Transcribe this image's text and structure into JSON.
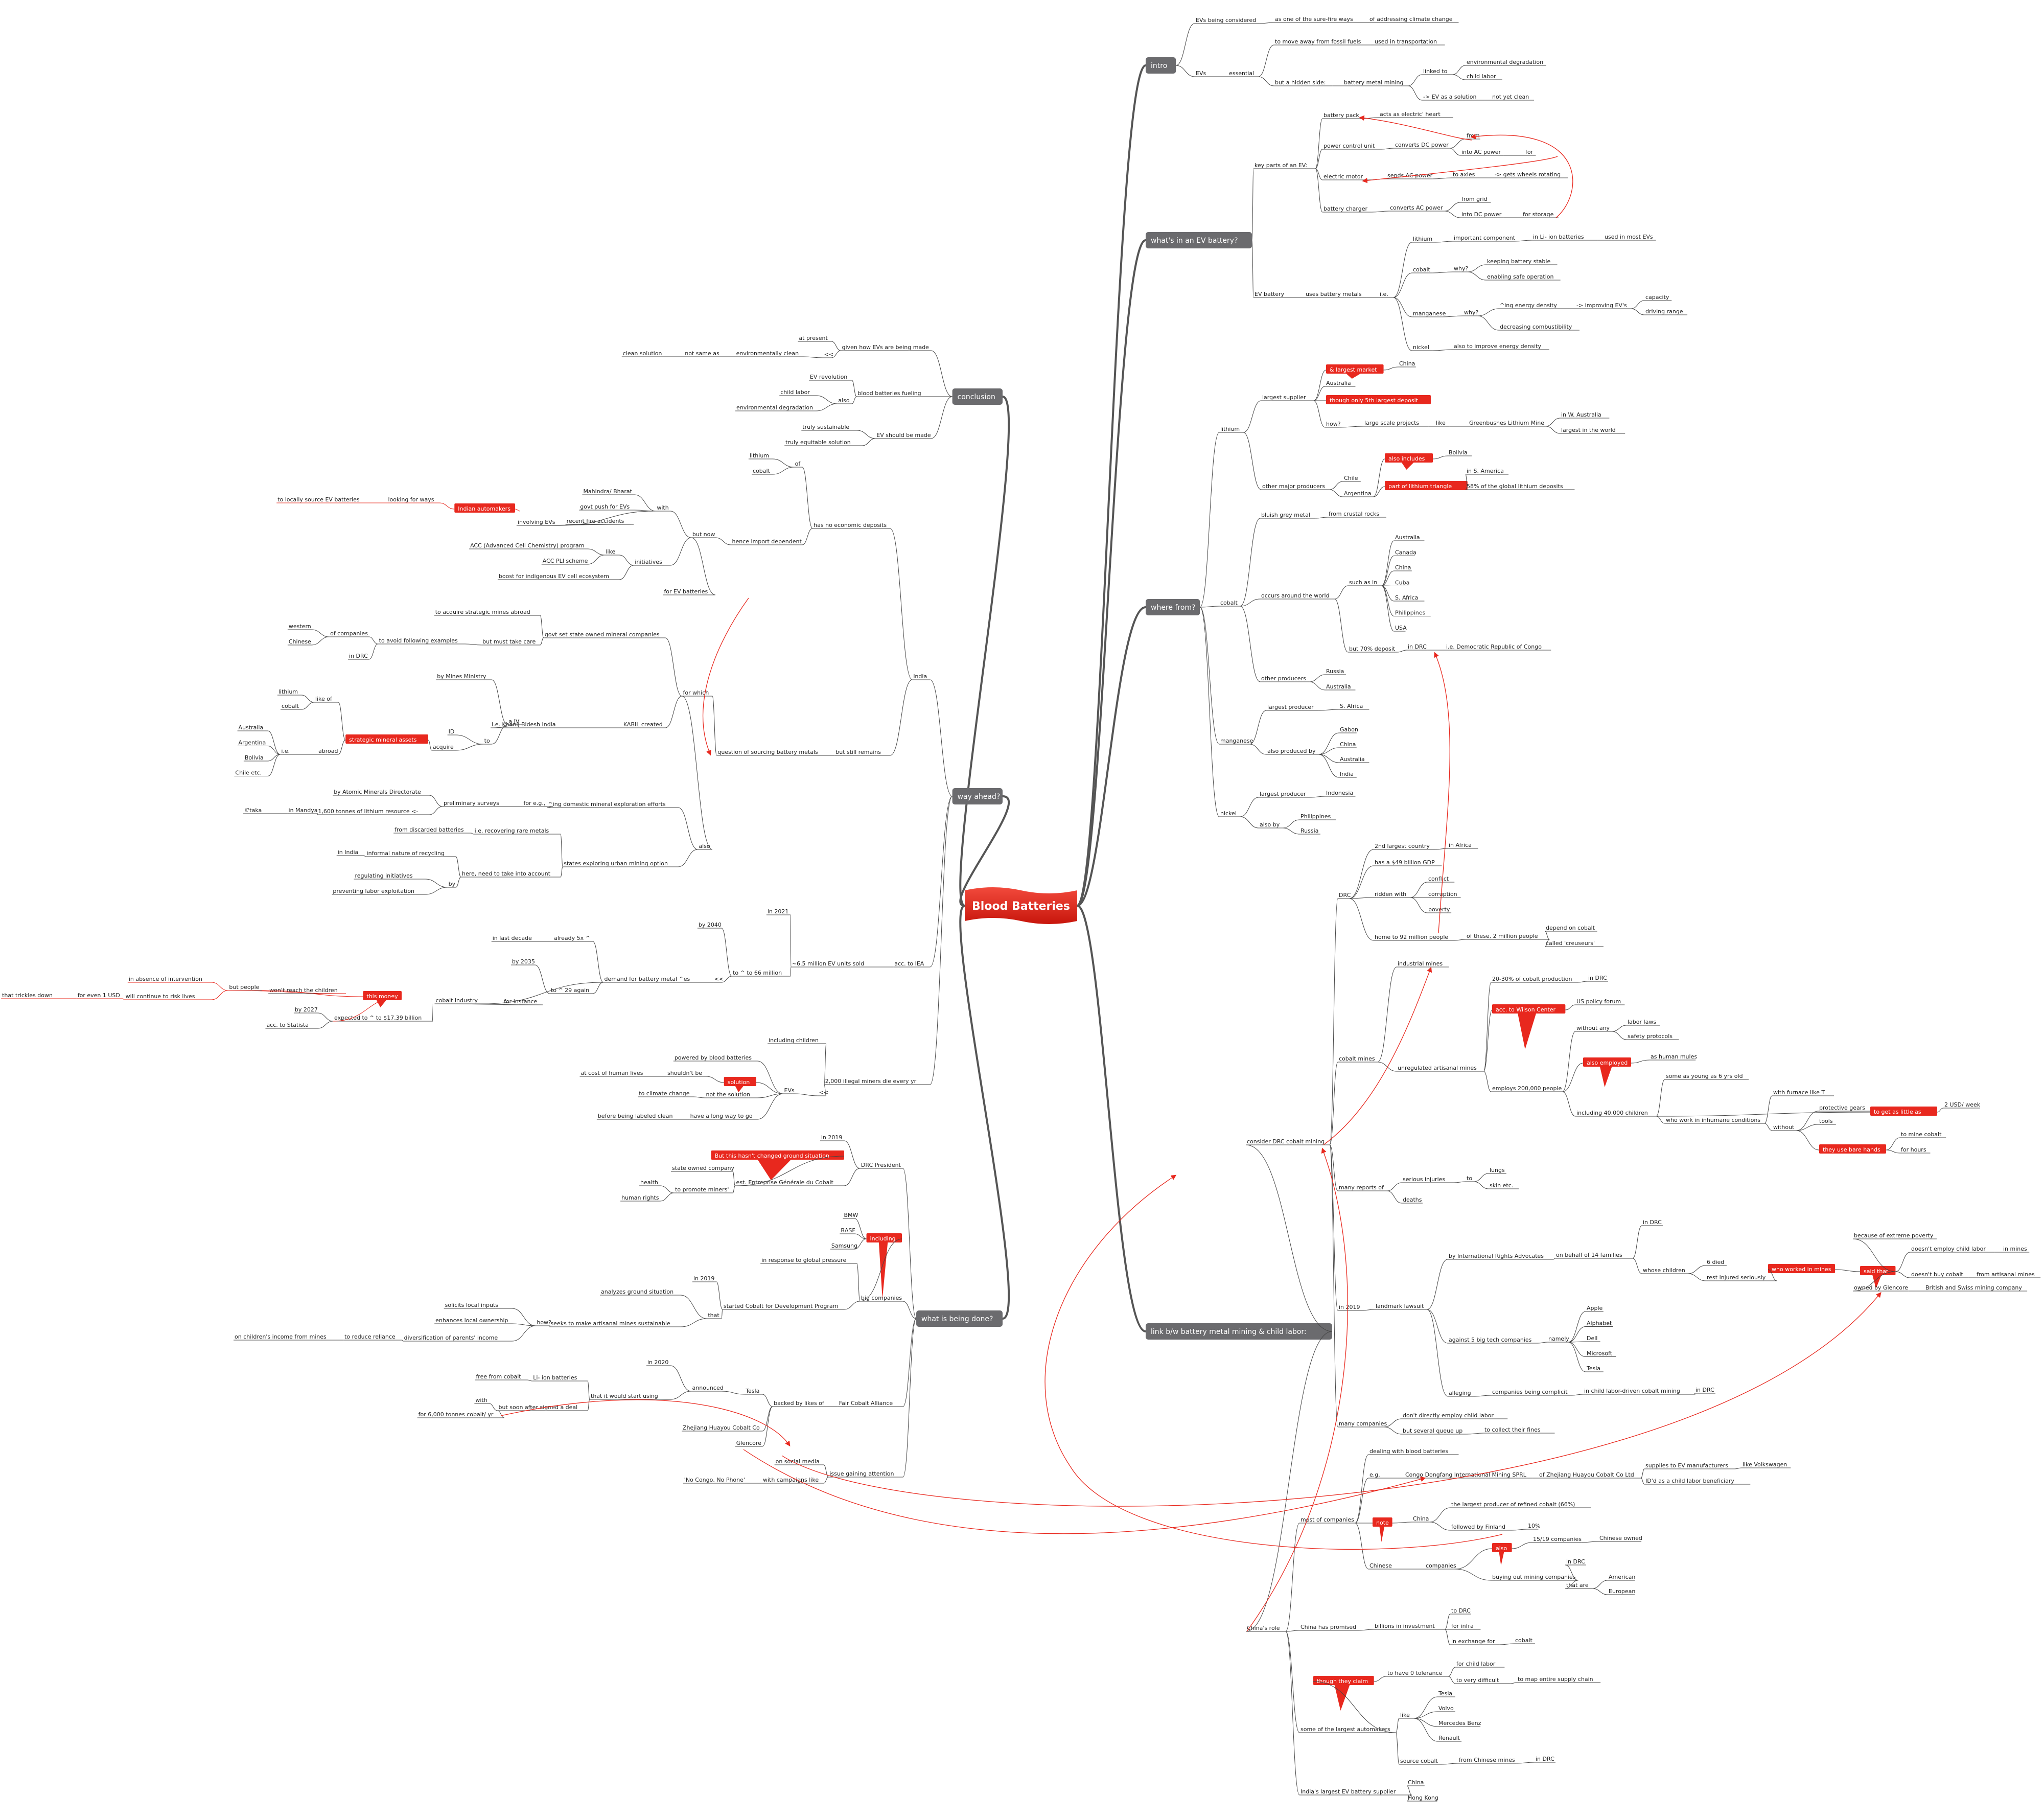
{
  "colors": {
    "branch": "#555555",
    "red": "#e8281e",
    "topic": "#6b6b6e",
    "line": "#444444"
  },
  "center": "Blood Batteries",
  "topics": {
    "intro": "intro",
    "whats_in": "what's in an EV battery?",
    "where_from": "where from?",
    "link": "link b/w battery metal mining & child labor:",
    "what_done": "what is being done?",
    "way_ahead": "way ahead?",
    "conclusion": "conclusion"
  },
  "intro": {
    "evs_considered": "EVs being considered",
    "sure_fire": "as one of the sure-fire ways",
    "climate_change": "of addressing climate change",
    "evs": "EVs",
    "essential": "essential",
    "move_away": "to move away from fossil fuels",
    "used_transport": "used in transportation",
    "hidden_side": "but a hidden side:",
    "bm_mining": "battery metal mining",
    "linked_to": "linked to",
    "env_degradation": "environmental degradation",
    "child_labor": "child labor",
    "ev_solution": "-> EV as a solution",
    "not_yet_clean": "not yet clean"
  },
  "whats_in": {
    "key_parts": "key parts of an EV:",
    "battery_pack": "battery pack",
    "acts_heart": "acts as electric' heart",
    "pcu": "power control unit",
    "converts_dc": "converts DC power",
    "from": "from",
    "into_ac": "into AC power",
    "for": "for",
    "electric_motor": "electric motor",
    "sends_ac": "sends AC power",
    "to_axles": "to axles",
    "gets_wheels": "-> gets wheels rotating",
    "battery_charger": "battery charger",
    "converts_ac": "converts AC power",
    "from_grid": "from grid",
    "into_dc": "into DC power",
    "for_storage": "for storage",
    "ev_battery": "EV battery",
    "uses_metals": "uses battery metals",
    "ie": "i.e.",
    "lithium": "lithium",
    "important_component": "important component",
    "in_li_ion": "in Li- ion batteries",
    "used_most": "used in most EVs",
    "cobalt": "cobalt",
    "why": "why?",
    "keeping_stable": "keeping battery stable",
    "enabling_safe": "enabling safe operation",
    "manganese": "manganese",
    "why2": "why?",
    "energy_density": "^ing energy density",
    "improving_evs": "-> improving EV's",
    "capacity": "capacity",
    "driving_range": "driving range",
    "decreasing_comb": "decreasing combustibility",
    "nickel": "nickel",
    "also_improve": "also to improve energy density"
  },
  "where_from": {
    "lithium": "lithium",
    "largest_supplier": "largest supplier",
    "largest_market": "& largest market",
    "china": "China",
    "australia": "Australia",
    "though_5th": "though only 5th largest deposit",
    "how": "how?",
    "large_scale": "large scale projects",
    "like": "like",
    "greenbushes": "Greenbushes Lithium Mine",
    "in_w_australia": "in W. Australia",
    "largest_world": "largest in the world",
    "other_major": "other major producers",
    "chile": "Chile",
    "argentina": "Argentina",
    "also_includes": "also includes",
    "bolivia": "Bolivia",
    "part_triangle": "part of lithium triangle",
    "in_s_america": "in S. America",
    "pct58": "58% of the global lithium deposits",
    "cobalt": "cobalt",
    "bluish_grey": "bluish grey metal",
    "from_crustal": "from crustal rocks",
    "occurs": "occurs around the world",
    "such_as_in": "such as in",
    "countries": [
      "Australia",
      "Canada",
      "China",
      "Cuba",
      "S. Africa",
      "Philippines",
      "USA"
    ],
    "but_70": "but 70% deposit",
    "in_drc": "in DRC",
    "ie_drc": "i.e. Democratic Republic of Congo",
    "other_producers": "other producers",
    "russia": "Russia",
    "australia2": "Australia",
    "manganese": "manganese",
    "largest_producer": "largest producer",
    "s_africa": "S. Africa",
    "also_produced": "also produced by",
    "mn_producers": [
      "Gabon",
      "China",
      "Australia",
      "India"
    ],
    "nickel": "nickel",
    "largest_producer2": "largest producer",
    "indonesia": "Indonesia",
    "also_by": "also by",
    "philippines": "Philippines",
    "russia2": "Russia"
  },
  "link": {
    "consider_drc": "consider DRC cobalt mining",
    "drc": "DRC",
    "second_largest": "2nd largest country",
    "in_africa": "in Africa",
    "gdp": "has a $49 billion GDP",
    "ridden_with": "ridden with",
    "conflict": "conflict",
    "corruption": "corruption",
    "poverty": "poverty",
    "home_92": "home to 92 million people",
    "of_these": "of these, 2 million people",
    "depend_cobalt": "depend on cobalt",
    "called_creuseurs": "called 'creuseurs'",
    "cobalt_mines": "cobalt mines",
    "industrial": "industrial mines",
    "unregulated": "unregulated artisanal mines",
    "pct20_30": "20-30% of cobalt production",
    "in_drc": "in DRC",
    "acc_wilson": "acc. to Wilson Center",
    "us_policy": "US policy forum",
    "without_any": "without any",
    "labor_laws": "labor laws",
    "safety_protocols": "safety protocols",
    "also_employed": "also employed",
    "human_mules": "as human mules",
    "employs_200k": "employs 200,000 people",
    "including_40k": "including 40,000 children",
    "some_young": "some as young as 6 yrs old",
    "who_work": "who work in inhumane conditions",
    "with_furnace": "with furnace like T",
    "without": "without",
    "protective_gears": "protective gears",
    "tools": "tools",
    "they_bare": "they use bare hands",
    "to_get": "to get as little as",
    "two_usd": "2 USD/ week",
    "to_mine": "to mine cobalt",
    "for_hours": "for hours",
    "many_reports": "many reports of",
    "serious_injuries": "serious injuries",
    "to": "to",
    "lungs": "lungs",
    "skin": "skin etc.",
    "deaths": "deaths",
    "in_2019": "in 2019",
    "landmark": "landmark lawsuit",
    "by_ira": "by International Rights Advocates",
    "on_behalf": "on behalf of 14 families",
    "in_drc2": "in DRC",
    "whose_children": "whose children",
    "six_died": "6 died",
    "rest_injured": "rest injured seriously",
    "who_worked": "who worked in mines",
    "said_that": "said that",
    "because_poverty": "because of extreme poverty",
    "doesnt_employ": "doesn't employ child labor",
    "in_mines": "in mines",
    "doesnt_buy": "doesn't buy cobalt",
    "from_artisanal": "from artisanal mines",
    "owned_glencore": "owned by Glencore",
    "british_swiss": "British and Swiss mining company",
    "against_5": "against 5 big tech companies",
    "namely": "namely",
    "tech": [
      "Apple",
      "Alphabet",
      "Dell",
      "Microsoft",
      "Tesla"
    ],
    "alleging": "alleging",
    "companies_complicit": "companies being complicit",
    "in_child_driven": "in child labor-driven cobalt mining",
    "in_drc3": "in DRC",
    "many_companies": "many companies",
    "dont_directly": "don't directly employ child labor",
    "but_queue": "but several queue up",
    "to_collect": "to collect their fines",
    "chinas_role": "China's role",
    "most_companies": "most of companies",
    "dealing_blood": "dealing with blood batteries",
    "eg": "e.g.",
    "cdm": "Congo Dongfang International Mining SPRL",
    "of_zhejiang": "of Zhejiang Huayou Cobalt Co Ltd",
    "supplies_ev": "supplies to EV manufacturers",
    "like_vw": "like Volkswagen",
    "id_beneficiary": "ID'd as a child labor beneficiary",
    "note": "note",
    "china": "China",
    "largest_refined": "the largest producer of refined cobalt (66%)",
    "followed_finland": "followed by Finland",
    "pct10": "10%",
    "chinese": "Chinese",
    "companies": "companies",
    "also": "also",
    "fifteen_19": "15/19 companies",
    "chinese_owned": "Chinese owned",
    "buying_out": "buying out mining companies",
    "in_drc4": "in DRC",
    "that_are": "that are",
    "american": "American",
    "european": "European",
    "china_promised": "China has promised",
    "billions": "billions in investment",
    "to_drc": "to DRC",
    "for_infra": "for infra",
    "in_exchange": "in exchange for",
    "cobalt": "cobalt",
    "though_claim": "though they claim",
    "zero_tolerance": "to have 0 tolerance",
    "for_child": "for child labor",
    "too_difficult": "to very difficult",
    "to_map": "to map entire supply chain",
    "some_automakers": "some of the largest automakers",
    "like": "like",
    "automakers": [
      "Tesla",
      "Volvo",
      "Mercedes Benz",
      "Renault"
    ],
    "source_cobalt": "source cobalt",
    "from_chinese": "from Chinese mines",
    "in_drc5": "in DRC",
    "india_largest": "India's largest EV battery supplier",
    "china2": "China",
    "hong_kong": "Hong Kong"
  },
  "what_done": {
    "drc_president": "DRC President",
    "in_2019": "in 2019",
    "havent_changed": "But this hasn't changed ground situation",
    "est_egc": "est. Entreprise Générale du Cobalt",
    "state_owned": "state owned company",
    "to_promote": "to promote miners'",
    "health": "health",
    "human_rights": "human rights",
    "big_companies": "big companies",
    "including": "including",
    "bmw": "BMW",
    "basf": "BASF",
    "samsung": "Samsung",
    "in_response": "in response to global pressure",
    "started_cdp": "started Cobalt for Development Program",
    "in_2019b": "in 2019",
    "analyzes": "analyzes ground situation",
    "that": "that",
    "seeks_artisanal": "seeks to make artisanal mines sustainable",
    "how": "how?",
    "solicits": "solicits local inputs",
    "enhances": "enhances local ownership",
    "diversification": "diversification of parents' income",
    "to_reduce": "to reduce reliance",
    "on_childrens": "on children's income from mines",
    "fair_cobalt": "Fair Cobalt Alliance",
    "backed_by": "backed by likes of",
    "tesla": "Tesla",
    "announced": "announced",
    "in_2020": "in 2020",
    "that_would_start": "that it would start using",
    "free_from": "free from cobalt",
    "li_ion": "Li- ion batteries",
    "but_soon": "but soon after signed a deal",
    "with": "with",
    "for_6000": "for 6,000 tonnes cobalt/ yr",
    "zhejiang": "Zhejiang Huayou Cobalt Co",
    "glencore": "Glencore",
    "issue_gaining": "issue gaining attention",
    "on_social": "on social media",
    "with_campaigns": "with campaigns like",
    "no_congo": "'No Congo, No Phone'"
  },
  "way_ahead": {
    "india": "India",
    "has_no_deposits": "has no economic deposits",
    "of": "of",
    "lithium": "lithium",
    "cobalt": "cobalt",
    "hence_import": "hence import dependent",
    "but_now": "but now",
    "with": "with",
    "indian_automakers": "Indian automakers",
    "mahindra": "Mahindra/ Bharat",
    "govt_push": "govt push for EVs",
    "recent_fire": "recent fire accidents",
    "involving_evs": "involving EVs",
    "looking_ways": "looking for ways",
    "locally_source": "to locally source EV batteries",
    "initiatives": "initiatives",
    "like": "like",
    "acc_program": "ACC (Advanced Cell Chemistry) program",
    "acc_pli": "ACC PLI scheme",
    "boost": "boost for indigenous EV cell ecosystem",
    "for_ev_batteries": "for EV batteries",
    "but_still": "but still remains",
    "question_sourcing": "question of sourcing battery metals",
    "for_which": "for which",
    "govt_set": "govt set state owned mineral companies",
    "to_acquire": "to acquire strategic mines abroad",
    "but_must": "but must take care",
    "to_avoid": "to avoid following examples",
    "of_companies": "of companies",
    "western": "western",
    "chinese": "Chinese",
    "in_drc": "in DRC",
    "kabil_created": "KABIL created",
    "ie_khanij": "i.e. Khanij Bidesh India",
    "by_mines": "by Mines Ministry",
    "a_jv": "a JV",
    "to": "to",
    "id": "ID",
    "acquire": "acquire",
    "strategic_assets": "strategic mineral assets",
    "like_of": "like of",
    "lithium2": "lithium",
    "cobalt2": "cobalt",
    "abroad": "abroad",
    "ie": "i.e.",
    "abroad_list": [
      "Australia",
      "Argentina",
      "Bolivia",
      "Chile etc."
    ],
    "also": "also",
    "ing_exploration": "^ing domestic mineral exploration efforts",
    "for_eg": "for e.g.,",
    "preliminary": "preliminary surveys",
    "by_amd": "by Atomic Minerals Directorate",
    "tonnes_1600": "1,600 tonnes of lithium resource <-",
    "in_mandya": "in Mandya",
    "ktaka": "K'taka",
    "states_urban": "states exploring urban mining option",
    "ie_recovering": "i.e. recovering rare metals",
    "from_discarded": "from discarded batteries",
    "here_need": "here, need to take into account",
    "informal_nature": "informal nature of recycling",
    "in_india": "in India",
    "by": "by",
    "regulating": "regulating initiatives",
    "preventing": "preventing labor exploitation",
    "acc_iea": "acc. to IEA",
    "ev_units": "~6.5 million EV units sold",
    "in_2021": "in 2021",
    "to_66m": "to ^ to 66 million",
    "by_2040": "by 2040",
    "demand_metal": "demand for battery metal ^es",
    "arrows": "<<",
    "to_29": "to ^ 29 again",
    "already_5x": "already 5x ^",
    "in_last_decade": "in last decade",
    "by_2035": "by 2035",
    "cobalt_industry": "cobalt industry",
    "for_instance": "for instance",
    "expected_17": "expected to ^ to $17.39 billion",
    "by_2027": "by 2027",
    "acc_statista": "acc. to Statista",
    "this_money": "this money",
    "but_people": "but people",
    "wont_reach": "won't reach the children",
    "in_absence": "in absence of intervention",
    "will_continue": "will continue to risk lives",
    "for_1usd": "for even 1 USD",
    "that_trickles": "that trickles down",
    "illegal_miners": "2,000 illegal miners die every yr",
    "arrows2": "<<",
    "evs": "EVs",
    "including_children": "including children",
    "powered_blood": "powered by blood batteries",
    "shouldnt_be": "shouldn't be",
    "solution": "solution",
    "at_cost": "at cost of human lives",
    "not_solution": "not the solution",
    "to_climate": "to climate change",
    "long_way": "have a long way to go",
    "before_clean": "before being labeled clean"
  },
  "conclusion": {
    "given_how": "given how EVs are being made",
    "at_present": "at present",
    "arrows": "<<",
    "env_clean": "environmentally clean",
    "not_same": "not same as",
    "clean_solution": "clean solution",
    "fueling": "blood batteries fueling",
    "ev_revolution": "EV revolution",
    "also": "also",
    "child_labor": "child labor",
    "env_degradation": "environmental degradation",
    "ev_should": "EV should be made",
    "truly_sustainable": "truly sustainable",
    "truly_equitable": "truly equitable solution"
  }
}
